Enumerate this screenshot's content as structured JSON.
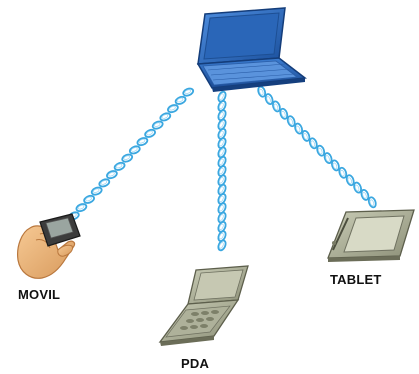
{
  "devices": {
    "laptop": {
      "icon": "laptop-icon",
      "screen_color": "#1f5fb0",
      "body_color": "#2e6fc4"
    },
    "movil": {
      "label": "MOVIL",
      "icon": "mobile-phone-in-hand-icon"
    },
    "pda": {
      "label": "PDA",
      "icon": "pda-icon"
    },
    "tablet": {
      "label": "TABLET",
      "icon": "tablet-icon"
    }
  },
  "links": {
    "style": "wireless-coil",
    "color": "#3aa7e0"
  }
}
